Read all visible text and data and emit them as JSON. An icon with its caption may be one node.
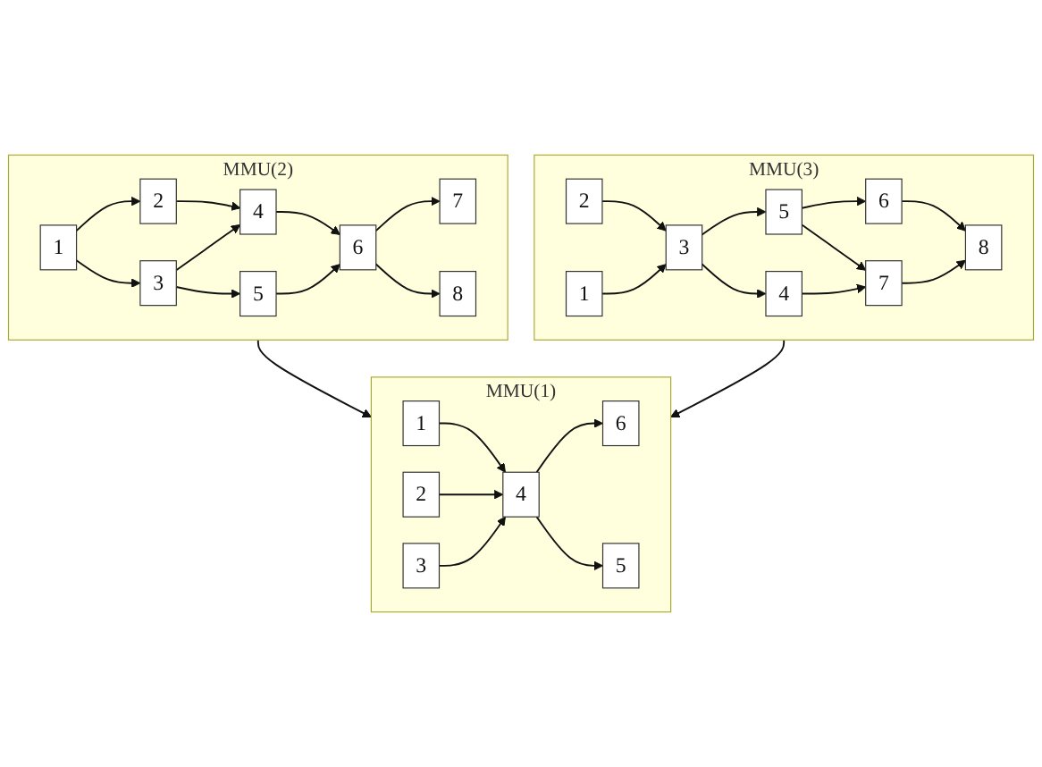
{
  "diagram": {
    "nodes": [
      {
        "text": [
          "MMU(2)"
        ]
      },
      {
        "text": [
          "1"
        ],
        "in": 0
      },
      {
        "text": [
          "2"
        ],
        "in": 0
      },
      {
        "text": [
          "3"
        ],
        "in": 0
      },
      {
        "text": [
          "4"
        ],
        "in": 0
      },
      {
        "text": [
          "5"
        ],
        "in": 0
      },
      {
        "text": [
          "6"
        ],
        "in": 0
      },
      {
        "text": [
          "7"
        ],
        "in": 0
      },
      {
        "text": [
          "8"
        ],
        "in": 0
      },
      {
        "text": [
          "MMU(3)"
        ]
      },
      {
        "text": [
          "1"
        ],
        "in": 9
      },
      {
        "text": [
          "2"
        ],
        "in": 9
      },
      {
        "text": [
          "3"
        ],
        "in": 9
      },
      {
        "text": [
          "4"
        ],
        "in": 9
      },
      {
        "text": [
          "5"
        ],
        "in": 9
      },
      {
        "text": [
          "6"
        ],
        "in": 9
      },
      {
        "text": [
          "7"
        ],
        "in": 9
      },
      {
        "text": [
          "8"
        ],
        "in": 9
      },
      {
        "text": [
          "MMU(1)"
        ]
      },
      {
        "text": [
          "1"
        ],
        "in": 18
      },
      {
        "text": [
          "2"
        ],
        "in": 18
      },
      {
        "text": [
          "3"
        ],
        "in": 18
      },
      {
        "text": [
          "4"
        ],
        "in": 18
      },
      {
        "text": [
          "5"
        ],
        "in": 18
      },
      {
        "text": [
          "6"
        ],
        "in": 18
      }
    ],
    "edges": [
      {
        "from": 1,
        "to": 2,
        "arrow": "to"
      },
      {
        "from": 1,
        "to": 3,
        "arrow": "to"
      },
      {
        "from": 2,
        "to": 4,
        "arrow": "to"
      },
      {
        "from": 3,
        "to": 4,
        "arrow": "to"
      },
      {
        "from": 3,
        "to": 5,
        "arrow": "to"
      },
      {
        "from": 4,
        "to": 6,
        "arrow": "to"
      },
      {
        "from": 5,
        "to": 6,
        "arrow": "to"
      },
      {
        "from": 6,
        "to": 7,
        "arrow": "to"
      },
      {
        "from": 6,
        "to": 8,
        "arrow": "to"
      },
      {
        "from": 11,
        "to": 12,
        "arrow": "to"
      },
      {
        "from": 10,
        "to": 12,
        "arrow": "to"
      },
      {
        "from": 12,
        "to": 14,
        "arrow": "to"
      },
      {
        "from": 12,
        "to": 13,
        "arrow": "to"
      },
      {
        "from": 14,
        "to": 15,
        "arrow": "to"
      },
      {
        "from": 14,
        "to": 16,
        "arrow": "to"
      },
      {
        "from": 13,
        "to": 16,
        "arrow": "to"
      },
      {
        "from": 15,
        "to": 17,
        "arrow": "to"
      },
      {
        "from": 16,
        "to": 17,
        "arrow": "to"
      },
      {
        "from": 19,
        "to": 22,
        "arrow": "to"
      },
      {
        "from": 20,
        "to": 22,
        "arrow": "to"
      },
      {
        "from": 21,
        "to": 22,
        "arrow": "to"
      },
      {
        "from": 22,
        "to": 24,
        "arrow": "to"
      },
      {
        "from": 22,
        "to": 23,
        "arrow": "to"
      },
      {
        "from": 0,
        "to": 18,
        "arrow": "to"
      },
      {
        "from": 9,
        "to": 18,
        "arrow": "to"
      }
    ]
  }
}
